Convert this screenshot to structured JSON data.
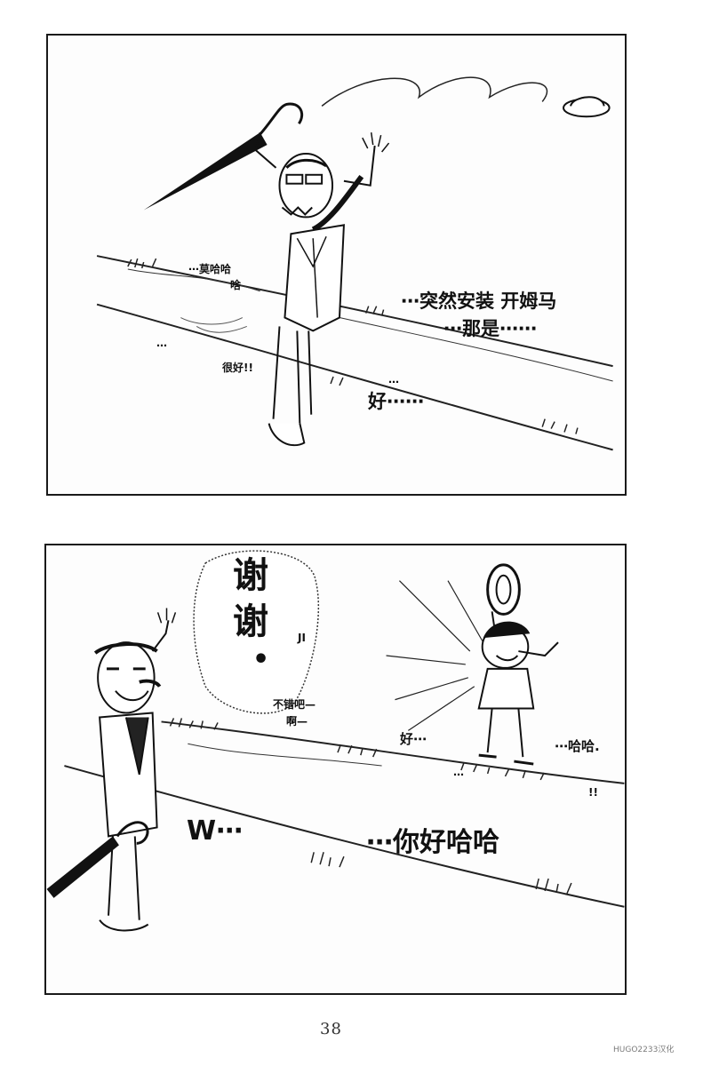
{
  "panel_top": {
    "bubbles": {
      "moha": "⋯莫哈哈",
      "moha_2": "啥",
      "hen_hao": "很好!!",
      "dots": "⋯",
      "main_line1": "⋯突然安装 开姆马",
      "main_line2": "⋯那是⋯⋯",
      "hao_dots": "⋯",
      "hao": "好⋯⋯"
    }
  },
  "panel_bottom": {
    "bubbles": {
      "xiexie_1": "谢",
      "xiexie_2": "谢",
      "xiexie_dot": "•",
      "small_side": "JI",
      "bucuo_1": "不错吧—",
      "bucuo_2": "啊—",
      "hao": "好⋯",
      "haha": "⋯哈哈.",
      "exclaim": "!!",
      "dots": "⋯",
      "w": "W⋯",
      "nihao": "⋯你好哈哈"
    }
  },
  "page_number": "38",
  "watermark": "HUGO2233汉化"
}
